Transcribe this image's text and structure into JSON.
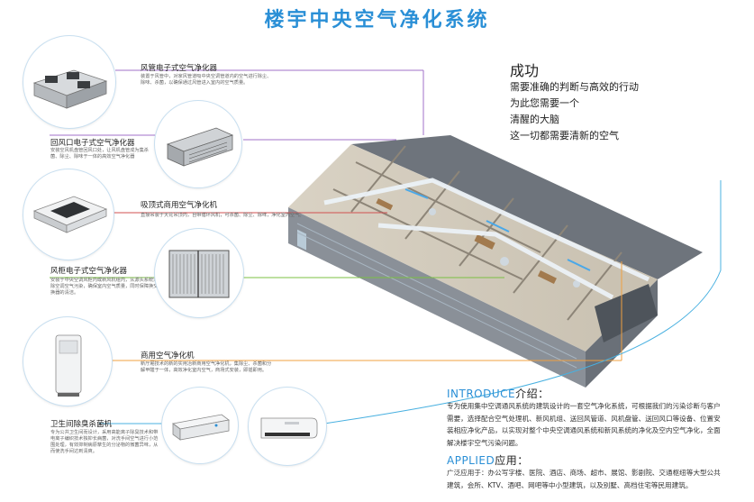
{
  "title": "楼宇中央空气净化系统",
  "colors": {
    "accent": "#2a8fd6",
    "line_purple": "#a070c8",
    "line_green": "#7bc043",
    "line_orange": "#f0a040",
    "line_red": "#d05050",
    "line_blue": "#48b0e0"
  },
  "products": [
    {
      "name": "风管电子式空气净化器",
      "desc": "装置于风管中，对家风管道吸中央空调管道内的空气进行除尘、除味、杀菌，以确保通过风管进入室内的空气质量。"
    },
    {
      "name": "回风口电子式空气净化器",
      "desc": "安装空风机盘管回风口处，让风机盘管成为集杀菌、除尘、除味于一体的高效空气净化器"
    },
    {
      "name": "吸顶式商用空气净化机",
      "desc": "直接吊装于天花吊顶内，自带循环风机，可杀菌、除尘、除味，净化室内空气。"
    },
    {
      "name": "风柜电子式空气净化器",
      "desc": "安装于中央空调风柜内或新风机组内，从源头系统清除空调空气污染，确保室内空气质量，同时保障换交换器的清洁。"
    },
    {
      "name": "商用空气净化机",
      "desc": "新厅厢技术的新的实用冶新商用空气净化机，集除尘、杀菌和分解甲醛于一体，高效净化室内空气，商场式安装，即插即用。"
    },
    {
      "name": "卫生间除臭杀菌机",
      "desc": "专为公共卫生间而设计，采用高能离子除臭技术和带电离子编织技术独抑长病菌，对洗手间空气进行小范围处理，有效抑制病原孳生的分泌物的微菌异味，从而使洗手间达到清爽。"
    }
  ],
  "slogan": {
    "heading": "成功",
    "lines": [
      "需要准确的判断与高效的行动",
      "为此您需要一个",
      "清醒的大脑",
      "这一切都需要清新的空气"
    ]
  },
  "introduce": {
    "heading_en": "INTRODUCE",
    "heading_cn": "介绍：",
    "text": "专为使用集中空调通风系统的建筑设计的一套空气净化系统，可根据我们的污染诊断与客户需要，选择配合空气处理机、新风机组、送回风管道、风机盘管、送回风口等设备、位置安装相应净化产品，以实现对整个中央空调通风系统和新风系统的净化及空内空气净化，全面解决楼宇空气污染问题。"
  },
  "applied": {
    "heading_en": "APPLIED",
    "heading_cn": "应用：",
    "text": "广泛应用于：办公写字楼、医院、酒店、商场、超市、展馆、影剧院、交通枢纽等大型公共建筑，会所、KTV、酒吧、网吧等中小型建筑，以及别墅、高档住宅等民用建筑。"
  }
}
